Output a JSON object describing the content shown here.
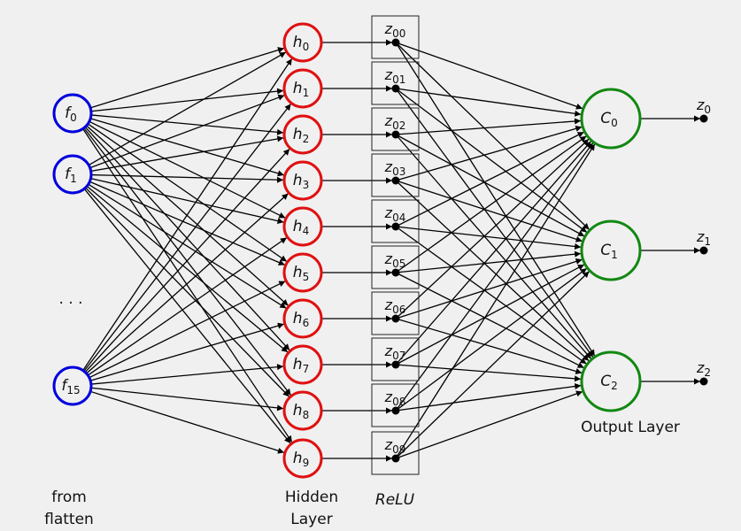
{
  "title": "Neural network diagram",
  "colors": {
    "input": "#0000dd",
    "hidden": "#e01010",
    "output": "#118811",
    "edge": "#000000",
    "background": "#f0f0f0"
  },
  "input_layer": {
    "caption_line1": "from",
    "caption_line2": "flatten",
    "ellipsis": "· · ·",
    "nodes": [
      {
        "base": "f",
        "sub": "0"
      },
      {
        "base": "f",
        "sub": "1"
      },
      {
        "base": "f",
        "sub": "15"
      }
    ]
  },
  "hidden_layer": {
    "caption_line1": "Hidden",
    "caption_line2": "Layer",
    "nodes": [
      {
        "base": "h",
        "sub": "0"
      },
      {
        "base": "h",
        "sub": "1"
      },
      {
        "base": "h",
        "sub": "2"
      },
      {
        "base": "h",
        "sub": "3"
      },
      {
        "base": "h",
        "sub": "4"
      },
      {
        "base": "h",
        "sub": "5"
      },
      {
        "base": "h",
        "sub": "6"
      },
      {
        "base": "h",
        "sub": "7"
      },
      {
        "base": "h",
        "sub": "8"
      },
      {
        "base": "h",
        "sub": "9"
      }
    ]
  },
  "relu_layer": {
    "caption": "ReLU",
    "boxes": [
      {
        "base": "z",
        "sub": "00"
      },
      {
        "base": "z",
        "sub": "01"
      },
      {
        "base": "z",
        "sub": "02"
      },
      {
        "base": "z",
        "sub": "03"
      },
      {
        "base": "z",
        "sub": "04"
      },
      {
        "base": "z",
        "sub": "05"
      },
      {
        "base": "z",
        "sub": "06"
      },
      {
        "base": "z",
        "sub": "07"
      },
      {
        "base": "z",
        "sub": "08"
      },
      {
        "base": "z",
        "sub": "09"
      }
    ]
  },
  "output_layer": {
    "caption": "Output Layer",
    "nodes": [
      {
        "base": "C",
        "sub": "0",
        "out_base": "z",
        "out_sub": "0"
      },
      {
        "base": "C",
        "sub": "1",
        "out_base": "z",
        "out_sub": "1"
      },
      {
        "base": "C",
        "sub": "2",
        "out_base": "z",
        "out_sub": "2"
      }
    ]
  }
}
